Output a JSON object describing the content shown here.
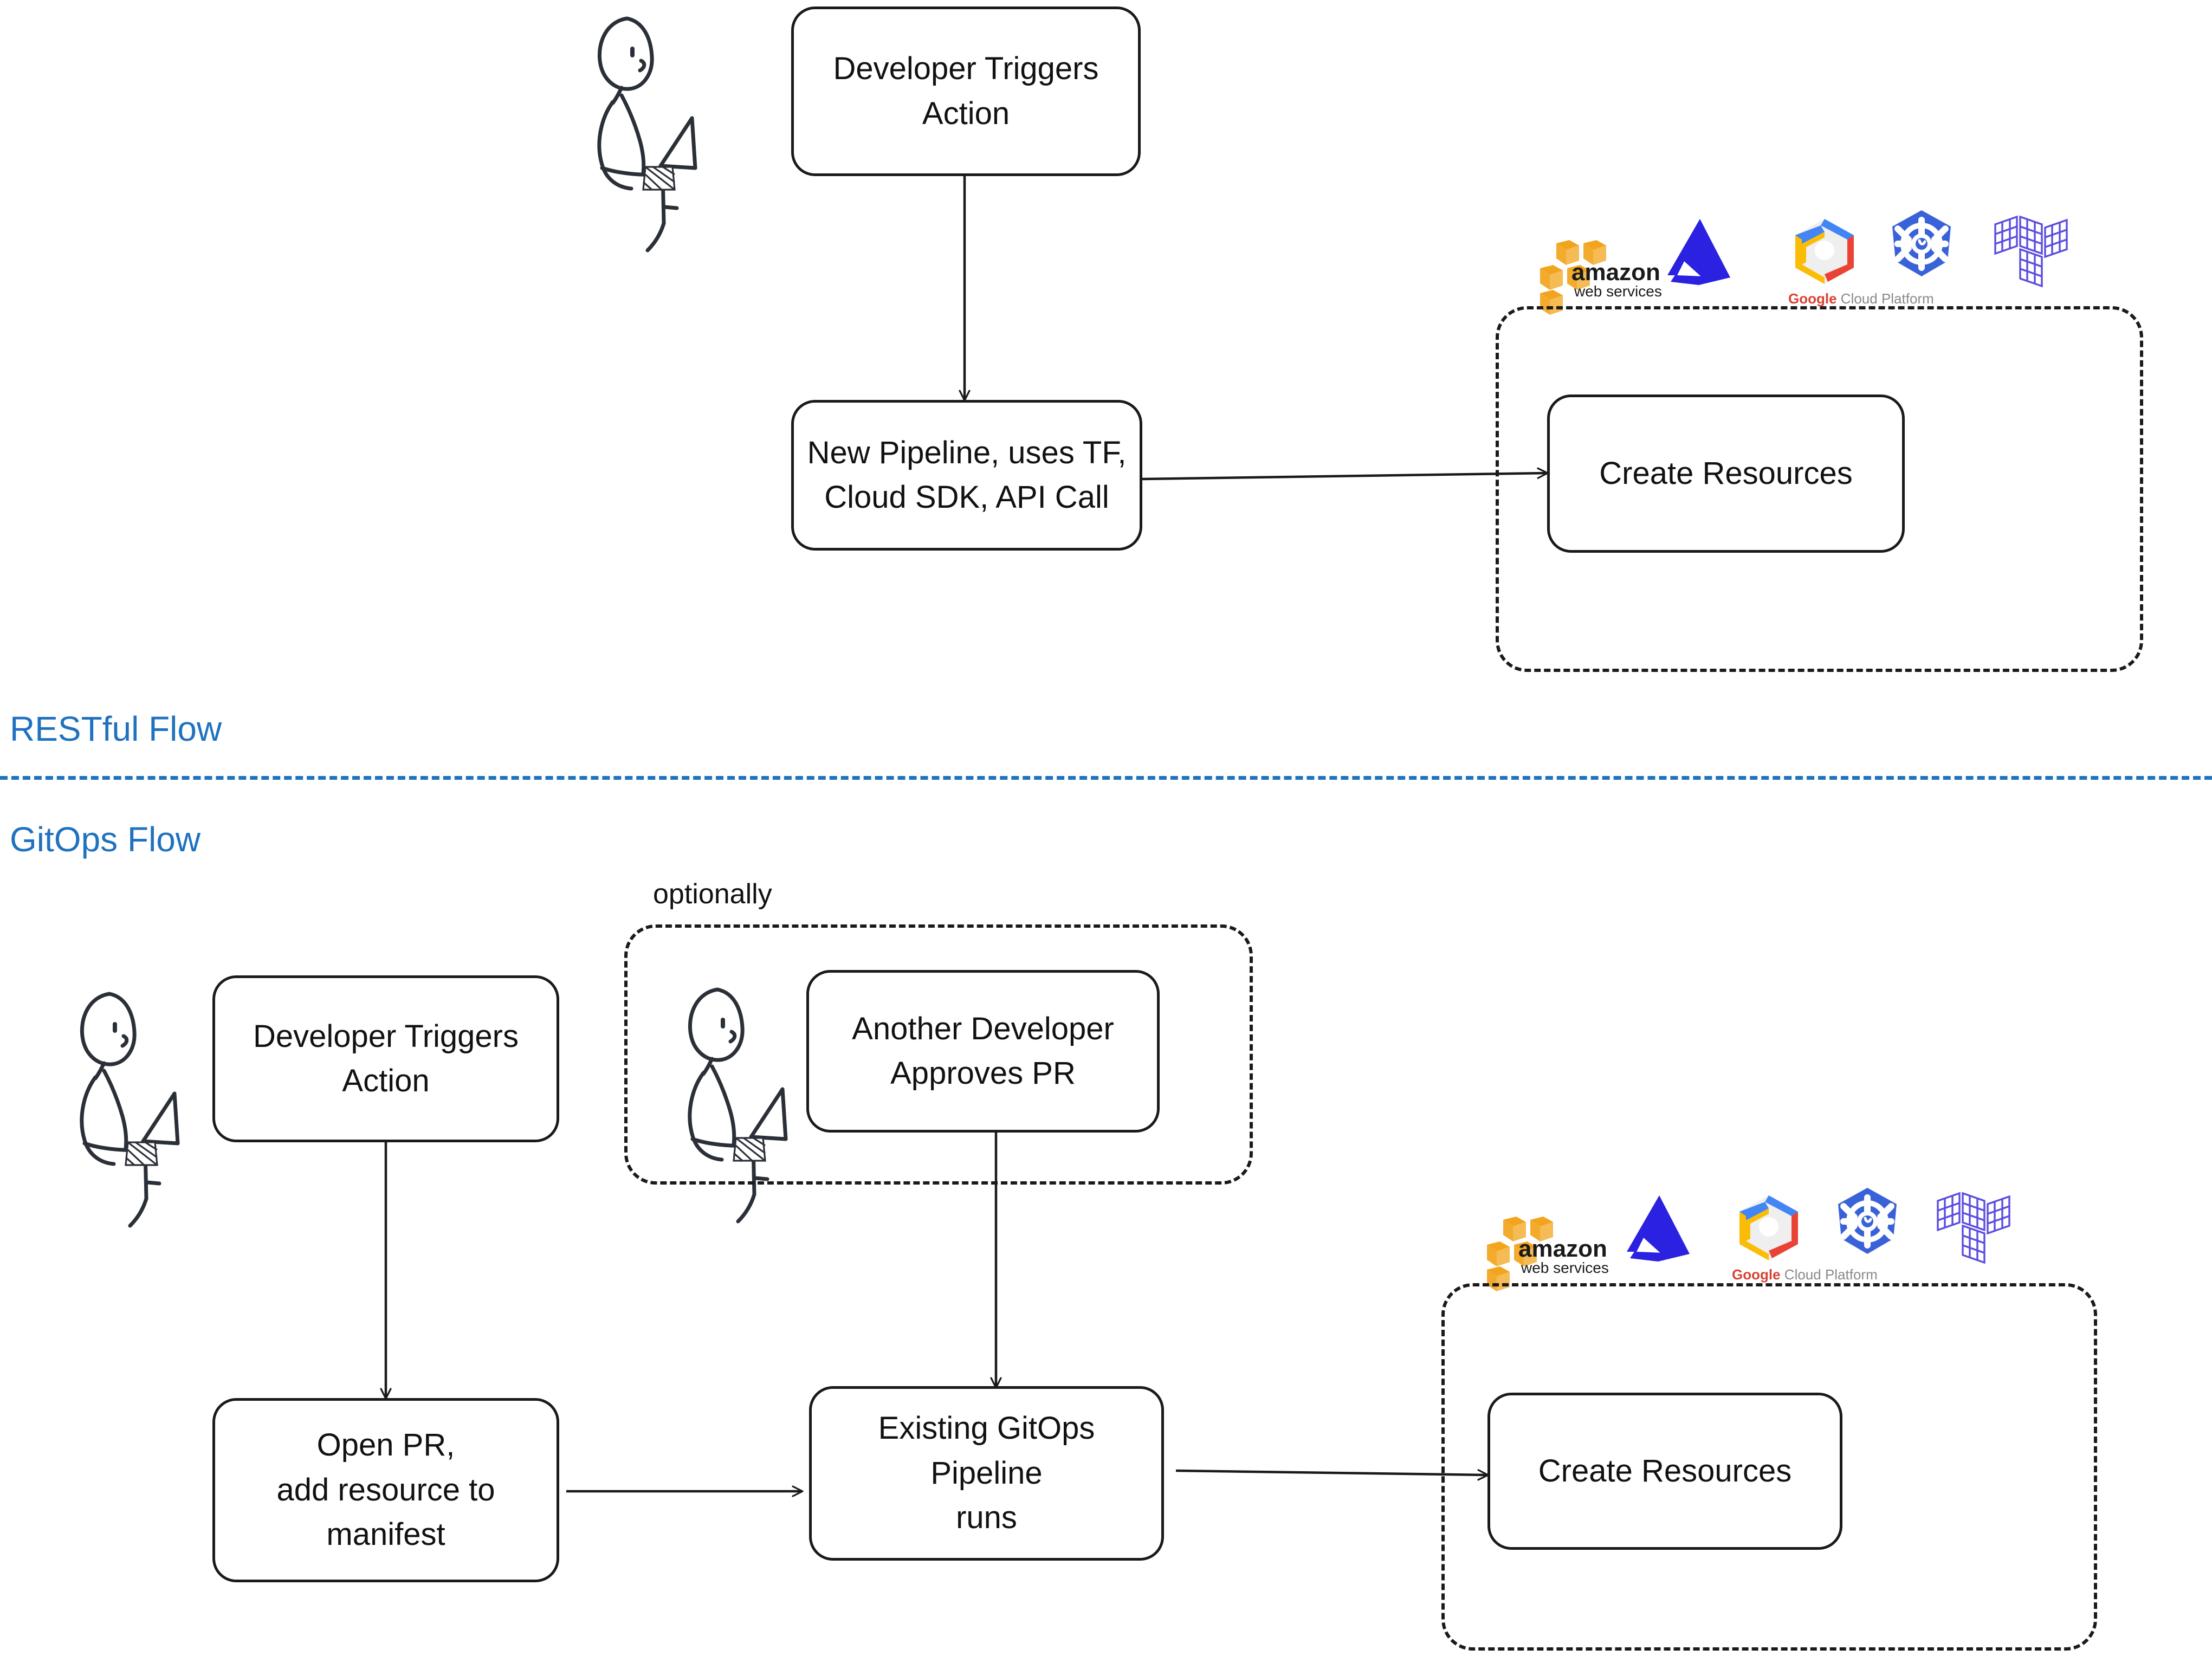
{
  "sections": [
    {
      "id": "restful",
      "title": "RESTful Flow"
    },
    {
      "id": "gitops",
      "title": "GitOps Flow"
    }
  ],
  "restful_flow": {
    "actor_label": "developer-stick-figure",
    "nodes": [
      {
        "id": "dev-trigger",
        "label": "Developer Triggers\nAction"
      },
      {
        "id": "new-pipeline",
        "label": "New Pipeline, uses TF,\nCloud SDK, API Call"
      },
      {
        "id": "create-resources",
        "label": "Create Resources"
      }
    ],
    "cloud_group": {
      "style": "dashed",
      "logos": [
        {
          "id": "aws",
          "name": "amazon-web-services-logo",
          "text_top": "amazon",
          "text_bottom": "web services",
          "color": "#f2a41c"
        },
        {
          "id": "azure",
          "name": "microsoft-azure-logo",
          "color": "#2b21e0"
        },
        {
          "id": "gcp",
          "name": "google-cloud-platform-logo",
          "caption_brand": "Google",
          "caption_rest": " Cloud Platform",
          "colors": [
            "#4285f4",
            "#ea4335",
            "#fbbc05",
            "#eeeeee"
          ]
        },
        {
          "id": "kubernetes",
          "name": "kubernetes-logo",
          "color": "#3a62d8"
        },
        {
          "id": "terraform",
          "name": "terraform-logo",
          "color": "#5b4ee0"
        }
      ]
    },
    "edges": [
      {
        "from": "dev-trigger",
        "to": "new-pipeline",
        "direction": "down"
      },
      {
        "from": "new-pipeline",
        "to": "create-resources",
        "direction": "right"
      }
    ]
  },
  "gitops_flow": {
    "optional_group_label": "optionally",
    "nodes": [
      {
        "id": "dev-trigger-2",
        "label": "Developer Triggers\nAction"
      },
      {
        "id": "another-dev",
        "label": "Another Developer\nApproves PR"
      },
      {
        "id": "open-pr",
        "label": "Open PR,\nadd resource to\nmanifest"
      },
      {
        "id": "existing-pipeline",
        "label": "Existing GitOps Pipeline\nruns"
      },
      {
        "id": "create-resources-2",
        "label": "Create Resources"
      }
    ],
    "cloud_group": {
      "style": "dashed",
      "logos": [
        {
          "id": "aws",
          "name": "amazon-web-services-logo",
          "text_top": "amazon",
          "text_bottom": "web services",
          "color": "#f2a41c"
        },
        {
          "id": "azure",
          "name": "microsoft-azure-logo",
          "color": "#2b21e0"
        },
        {
          "id": "gcp",
          "name": "google-cloud-platform-logo",
          "caption_brand": "Google",
          "caption_rest": " Cloud Platform",
          "colors": [
            "#4285f4",
            "#ea4335",
            "#fbbc05",
            "#eeeeee"
          ]
        },
        {
          "id": "kubernetes",
          "name": "kubernetes-logo",
          "color": "#3a62d8"
        },
        {
          "id": "terraform",
          "name": "terraform-logo",
          "color": "#5b4ee0"
        }
      ]
    },
    "edges": [
      {
        "from": "dev-trigger-2",
        "to": "open-pr",
        "direction": "down"
      },
      {
        "from": "another-dev",
        "to": "existing-pipeline",
        "direction": "down"
      },
      {
        "from": "open-pr",
        "to": "existing-pipeline",
        "direction": "right"
      },
      {
        "from": "existing-pipeline",
        "to": "create-resources-2",
        "direction": "right"
      }
    ]
  },
  "colors": {
    "accent_blue": "#1f72c0",
    "stroke_black": "#1a1a1a",
    "aws_orange": "#f2a41c",
    "azure_blue": "#2b21e0",
    "k8s_blue": "#3a62d8",
    "terraform_purple": "#5b4ee0"
  }
}
